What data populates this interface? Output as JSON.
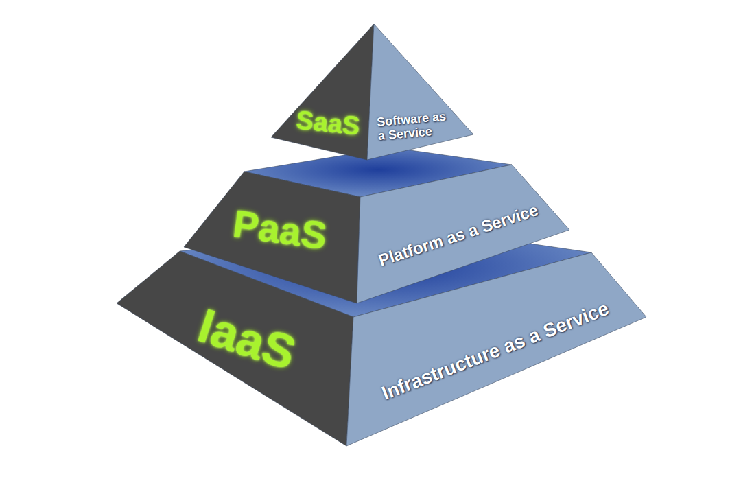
{
  "diagram": {
    "nodes": [
      {
        "text": [
          "SaaS",
          "Software as a Service"
        ]
      },
      {
        "text": [
          "PaaS",
          "Platform as a Service"
        ]
      },
      {
        "text": [
          "IaaS",
          "Infrastructure as a Service"
        ]
      }
    ]
  }
}
